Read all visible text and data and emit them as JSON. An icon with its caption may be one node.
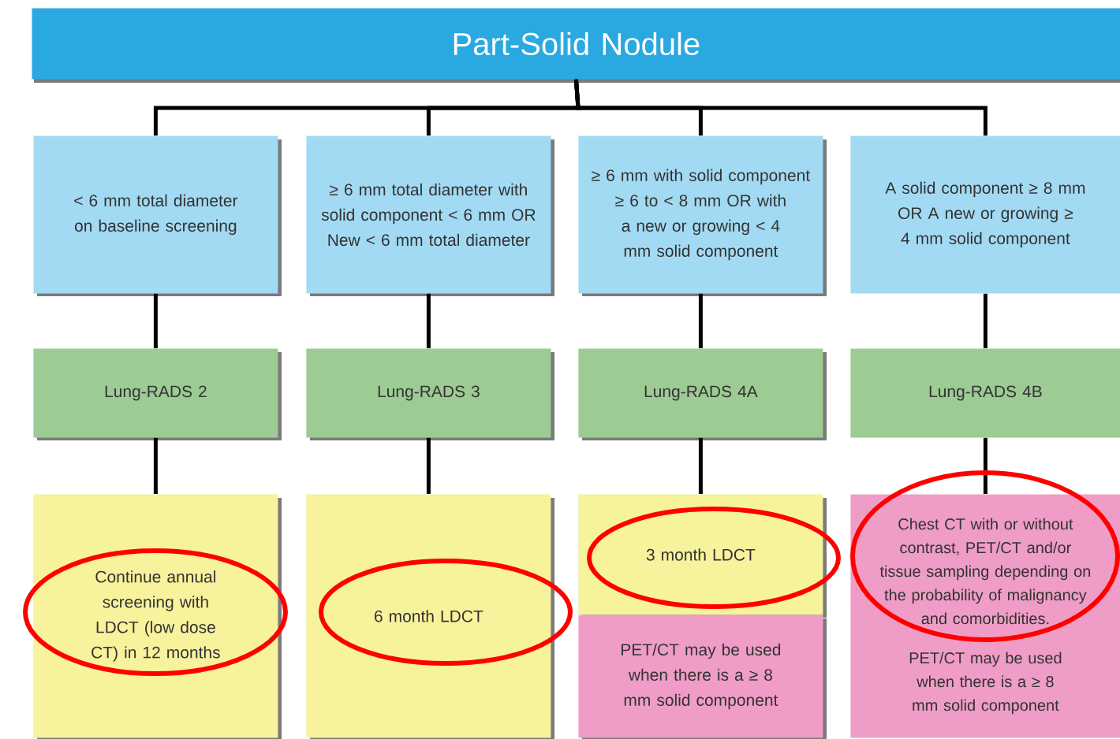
{
  "diagram": {
    "nodes": [
      {
        "text": [
          "Part-Solid Nodule"
        ]
      },
      {
        "text": [
          "< 6 mm total diameter on baseline screening"
        ]
      },
      {
        "text": [
          "≥ 6 mm total diameter with solid component < 6 mm OR New < 6 mm total diameter"
        ]
      },
      {
        "text": [
          "≥ 6 mm with solid component ≥ 6 to < 8 mm OR with a new or growing < 4 mm solid component"
        ]
      },
      {
        "text": [
          "A solid component ≥ 8 mm OR A new or growing ≥ 4 mm solid component"
        ]
      },
      {
        "text": [
          "Lung-RADS 2"
        ]
      },
      {
        "text": [
          "Lung-RADS 3"
        ]
      },
      {
        "text": [
          "Lung-RADS 4A"
        ]
      },
      {
        "text": [
          "Lung-RADS 4B"
        ]
      },
      {
        "text": [
          "Continue annual screening with LDCT (low dose CT) in 12 months"
        ]
      },
      {
        "text": [
          "6 month LDCT"
        ]
      },
      {
        "text": [
          "3 month LDCT"
        ]
      },
      {
        "text": [
          "Chest CT with or without contrast, PET/CT and/or tissue sampling depending on the probability of malignancy and comorbidities.",
          "PET/CT may be used when there is a ≥ 8 mm solid component"
        ]
      },
      {
        "text": [
          "PET/CT may be used when there is a ≥ 8 mm solid component"
        ]
      }
    ],
    "edges": [
      {
        "from": 0,
        "to": 1,
        "arrow": "none"
      },
      {
        "from": 0,
        "to": 2,
        "arrow": "none"
      },
      {
        "from": 0,
        "to": 3,
        "arrow": "none"
      },
      {
        "from": 0,
        "to": 4,
        "arrow": "none"
      },
      {
        "from": 1,
        "to": 5,
        "arrow": "none"
      },
      {
        "from": 2,
        "to": 6,
        "arrow": "none"
      },
      {
        "from": 3,
        "to": 7,
        "arrow": "none"
      },
      {
        "from": 4,
        "to": 8,
        "arrow": "none"
      },
      {
        "from": 5,
        "to": 9,
        "arrow": "none"
      },
      {
        "from": 6,
        "to": 10,
        "arrow": "none"
      },
      {
        "from": 7,
        "to": 11,
        "arrow": "none"
      },
      {
        "from": 8,
        "to": 12,
        "arrow": "none"
      }
    ]
  }
}
